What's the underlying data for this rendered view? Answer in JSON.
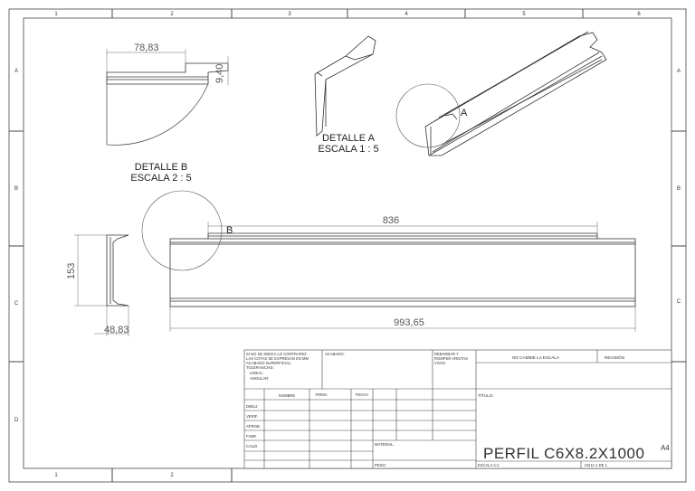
{
  "border": {
    "top_zones": [
      "1",
      "2",
      "3",
      "4",
      "5",
      "6"
    ],
    "bottom_zones": [
      "1",
      "2"
    ],
    "side_zones": [
      "A",
      "B",
      "C",
      "D"
    ]
  },
  "views": {
    "detail_b": {
      "title": "DETALLE B",
      "scale": "ESCALA 2 : 5",
      "dim_width": "78,83",
      "dim_height": "9,40"
    },
    "detail_a": {
      "title": "DETALLE A",
      "scale": "ESCALA 1 : 5"
    },
    "iso": {
      "callout": "A"
    },
    "front": {
      "callout": "B",
      "dim_top": "836",
      "dim_total": "993,65"
    },
    "section": {
      "dim_height": "153",
      "dim_width": "48,83"
    }
  },
  "title_block": {
    "notes": [
      "SI NO SE INDICA LO CONTRARIO:",
      "LAS COTAS SE EXPRESAN EN MM",
      "ACABADO SUPERFICIAL:",
      "TOLERANCIAS:",
      "   LINEAL:",
      "   ANGULAR:"
    ],
    "acabado": "ACABADO:",
    "rebarbar": [
      "REBARBAR Y",
      "ROMPER ARISTAS",
      "VIVAS"
    ],
    "no_cambie": "NO CAMBIE LA ESCALA",
    "revision": "REVISIÓN",
    "titulo": "TÍTULO:",
    "headers": [
      "NOMBRE",
      "FIRMA",
      "FECHA"
    ],
    "rows": [
      "DIBUJ.",
      "VERIF.",
      "APROB.",
      "FABR.",
      "CALID."
    ],
    "material": "MATERIAL:",
    "peso": "PESO:",
    "part_name": "PERFIL C6X8.2X1000",
    "sheet_size": "A4",
    "escala": "ESCALA:1:1",
    "hoja": "HOJA 1 DE 1"
  }
}
